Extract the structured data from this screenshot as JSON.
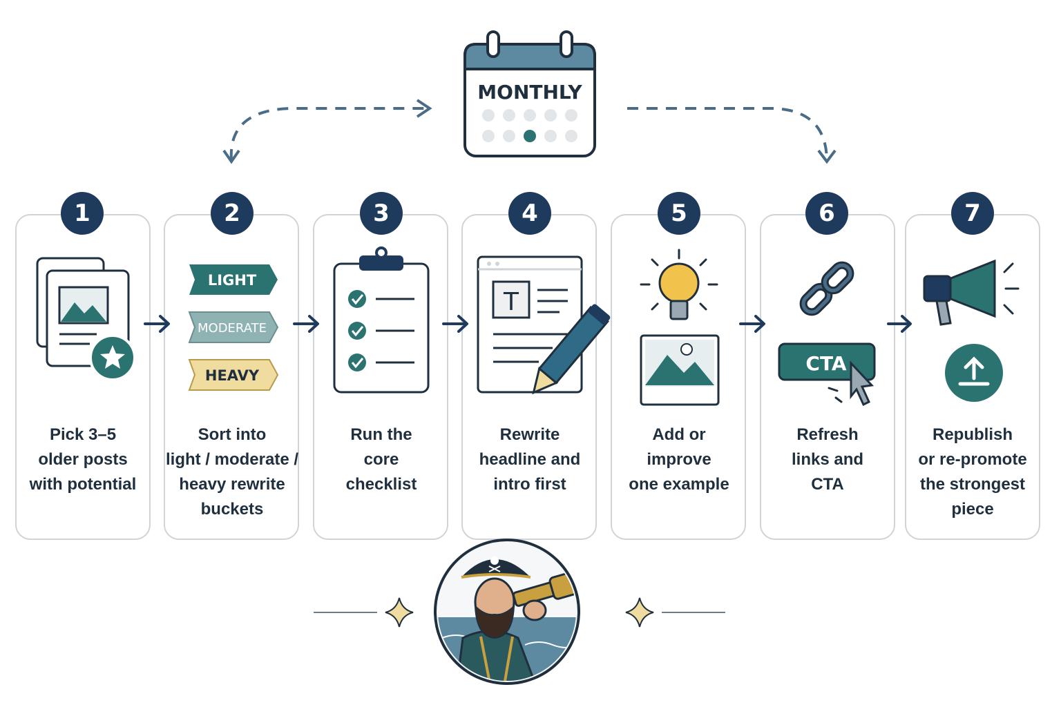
{
  "calendar": {
    "label": "MONTHLY"
  },
  "steps": [
    {
      "number": "1",
      "lines": [
        "Pick 3–5",
        "older posts",
        "with potential"
      ]
    },
    {
      "number": "2",
      "lines": [
        "Sort into",
        "light / moderate /",
        "heavy rewrite",
        "buckets"
      ],
      "buckets": [
        "LIGHT",
        "MODERATE",
        "HEAVY"
      ]
    },
    {
      "number": "3",
      "lines": [
        "Run the",
        "core",
        "checklist"
      ]
    },
    {
      "number": "4",
      "lines": [
        "Rewrite",
        "headline and",
        "intro first"
      ],
      "doc_letter": "T"
    },
    {
      "number": "5",
      "lines": [
        "Add or",
        "improve",
        "one example"
      ]
    },
    {
      "number": "6",
      "lines": [
        "Refresh",
        "links and",
        "CTA"
      ],
      "cta_label": "CTA"
    },
    {
      "number": "7",
      "lines": [
        "Republish",
        "or re-promote",
        "the strongest",
        "piece"
      ]
    }
  ],
  "colors": {
    "navy": "#1e3a5c",
    "teal": "#2a7370",
    "light_teal": "#8fb3b3",
    "gold": "#f1dca0",
    "gray": "#cfd4d8"
  }
}
